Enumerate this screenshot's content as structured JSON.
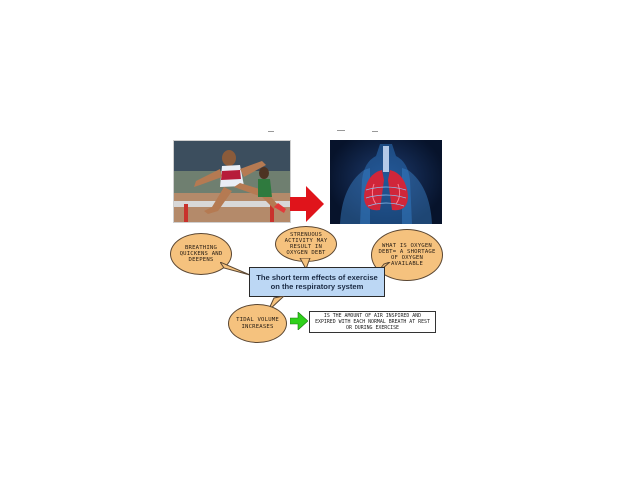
{
  "photos": {
    "left_alt": "hurdler",
    "right_alt": "lungs"
  },
  "center": {
    "title": "The short term effects of exercise on the respiratory system"
  },
  "bubbles": {
    "left": "Breathing quickens and deepens",
    "top": "Strenuous activity may result in oxygen debt",
    "right": "What is oxygen debt= A shortage of oxygen available",
    "bottom": "Tidal volume increases"
  },
  "definition": {
    "text": "Is the amount of air inspired and expired with each normal breath at rest or during exercise"
  },
  "colors": {
    "bubble_fill": "#f5c27e",
    "box_fill": "#bcd7f4",
    "red_arrow": "#e0141b",
    "green_arrow": "#2fd11b"
  }
}
